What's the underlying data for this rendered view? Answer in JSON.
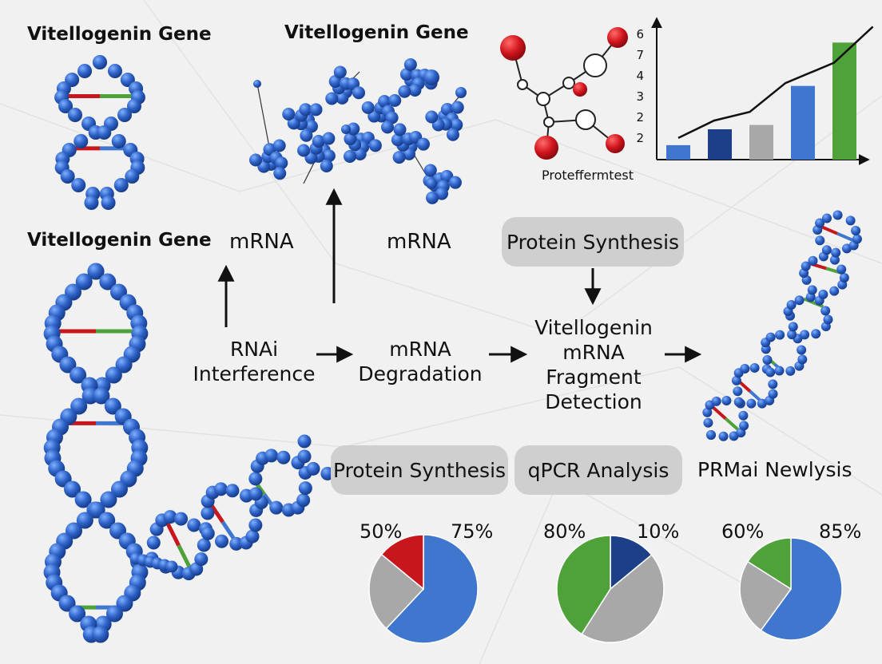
{
  "labels": {
    "gene_top_left": "Vitellogenin Gene",
    "gene_top_center": "Vitellogenin Gene",
    "gene_mid_left": "Vitellogenin Gene",
    "mrna_1": "mRNA",
    "mrna_2": "mRNA",
    "protein_diagram_caption": "Proteffermtest"
  },
  "flow": {
    "rnai": "RNAi\nInterference",
    "degradation": "mRNA\nDegradation",
    "detection": "Vitellogenin\nmRNA\nFragment\nDetection",
    "protein_synthesis_top": "Protein Synthesis"
  },
  "analysis": {
    "protein_synthesis": "Protein Synthesis",
    "qpcr": "qPCR Analysis",
    "prmai": "PRMai Newlysis"
  },
  "colors": {
    "blue": "#3f77cf",
    "dark_blue": "#1d3f87",
    "gray": "#a8a8a8",
    "green": "#4fa23a",
    "red": "#c8161d",
    "pill": "#cfcfcf"
  },
  "chart_data": [
    {
      "type": "bar",
      "title": "",
      "y_tick_labels": [
        "2",
        "2",
        "3",
        "4",
        "7",
        "6"
      ],
      "values": [
        1.0,
        2.1,
        2.4,
        5.1,
        8.1
      ],
      "bar_colors": [
        "#3f77cf",
        "#1d3f87",
        "#a8a8a8",
        "#3f77cf",
        "#4fa23a"
      ],
      "trend_line": [
        1.5,
        2.7,
        3.3,
        5.3,
        6.7,
        9.2
      ],
      "ylim": [
        0,
        9.5
      ],
      "grid": false
    },
    {
      "type": "pie",
      "labels": [
        "50%",
        "75%"
      ],
      "slices": [
        {
          "color": "#3f77cf",
          "value": 62
        },
        {
          "color": "#a8a8a8",
          "value": 24
        },
        {
          "color": "#c8161d",
          "value": 14
        }
      ]
    },
    {
      "type": "pie",
      "labels": [
        "80%",
        "10%"
      ],
      "slices": [
        {
          "color": "#1d3f87",
          "value": 14
        },
        {
          "color": "#a8a8a8",
          "value": 45
        },
        {
          "color": "#4fa23a",
          "value": 41
        }
      ]
    },
    {
      "type": "pie",
      "labels": [
        "60%",
        "85%"
      ],
      "slices": [
        {
          "color": "#3f77cf",
          "value": 60
        },
        {
          "color": "#a8a8a8",
          "value": 24
        },
        {
          "color": "#4fa23a",
          "value": 16
        }
      ]
    }
  ]
}
